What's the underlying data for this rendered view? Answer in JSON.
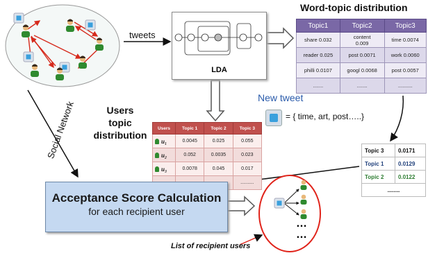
{
  "labels": {
    "tweets": "tweets",
    "lda": "LDA",
    "word_topic_title": "Word-topic distribution",
    "new_tweet": "New tweet",
    "tweet_words": "= { time, art, post…..}",
    "users_topic": "Users\ntopic\ndistribution",
    "social_network": "Social Network",
    "acceptance_title": "Acceptance Score Calculation",
    "acceptance_sub": "for each recipient user",
    "recipient_list": "List of recipient users",
    "ellipsis": "…"
  },
  "word_topic": {
    "headers": [
      "Topic1",
      "Topic2",
      "Topic3"
    ],
    "rows": [
      [
        "share 0.032",
        "content\n0.009",
        "time 0.0074"
      ],
      [
        "reader 0.025",
        "post 0.0071",
        "work 0.0060"
      ],
      [
        "philli 0.0107",
        "googl 0.0068",
        "post 0.0057"
      ],
      [
        ".......",
        ".......",
        ".........."
      ]
    ]
  },
  "users_topic_table": {
    "headers": [
      "Users",
      "Topic 1",
      "Topic 2",
      "Topic 3"
    ],
    "rows": [
      [
        "u1",
        "0.0045",
        "0.025",
        "0.055"
      ],
      [
        "u2",
        "0.052",
        "0.0035",
        "0.023"
      ],
      [
        "u3",
        "0.0078",
        "0.045",
        "0.017"
      ],
      [
        "........",
        "......",
        "......",
        ".........."
      ]
    ]
  },
  "ranked_topics": [
    {
      "topic": "Topic 3",
      "score": "0.0171",
      "color": "#111111"
    },
    {
      "topic": "Topic 1",
      "score": "0.0129",
      "color": "#1f3f7a"
    },
    {
      "topic": "Topic 2",
      "score": "0.0122",
      "color": "#2e7d32"
    },
    {
      "topic": "",
      "score": "........",
      "color": "#111111"
    }
  ],
  "colors": {
    "network_arrows": "#d62a1c",
    "recipient_ellipse": "#e0231a",
    "acceptance_box": "#c5d9f1",
    "new_tweet_text": "#2a5bab"
  },
  "icons": [
    "user-icon",
    "twitter-icon",
    "lda-plate-diagram"
  ]
}
